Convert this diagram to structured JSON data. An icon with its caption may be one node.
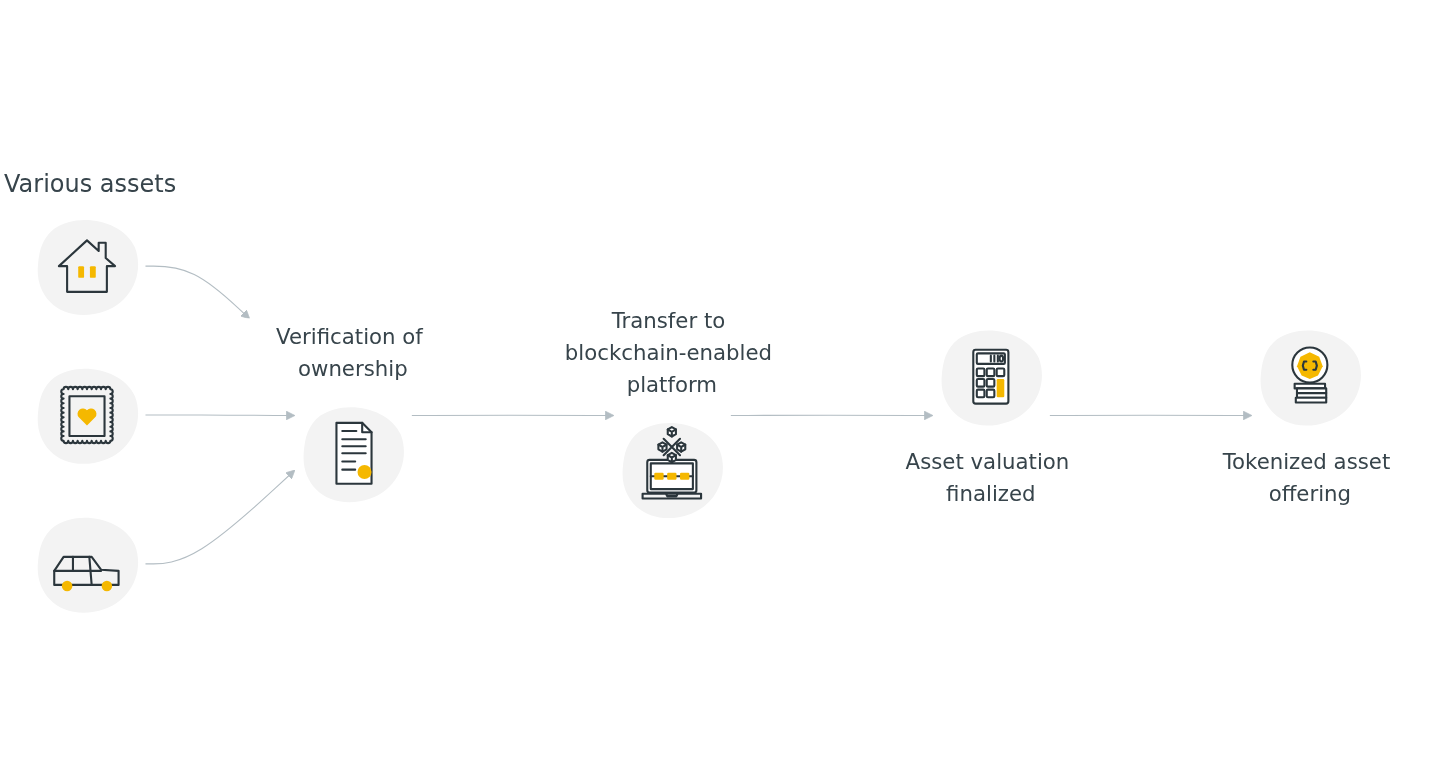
{
  "diagram": {
    "nodes": [
      {
        "text": [],
        "shape": "picture"
      },
      {
        "text": [],
        "shape": "picture"
      },
      {
        "text": [],
        "shape": "picture"
      },
      {
        "text": [
          "Verification of ownership"
        ]
      },
      {
        "text": [
          "Transfer to blockchain-enabled platform"
        ]
      },
      {
        "text": [
          "Asset valuation finalized"
        ]
      },
      {
        "text": [
          "Tokenized asset offering"
        ]
      }
    ],
    "edges": [
      {
        "from": 0,
        "to": 3,
        "arrow": "to"
      },
      {
        "from": 1,
        "to": 3,
        "arrow": "to"
      },
      {
        "from": 2,
        "to": 3,
        "arrow": "to"
      },
      {
        "from": 3,
        "to": 4,
        "arrow": "to"
      },
      {
        "from": 4,
        "to": 5,
        "arrow": "to"
      },
      {
        "from": 5,
        "to": 6,
        "arrow": "to"
      }
    ],
    "labels": [
      "Various assets"
    ]
  }
}
